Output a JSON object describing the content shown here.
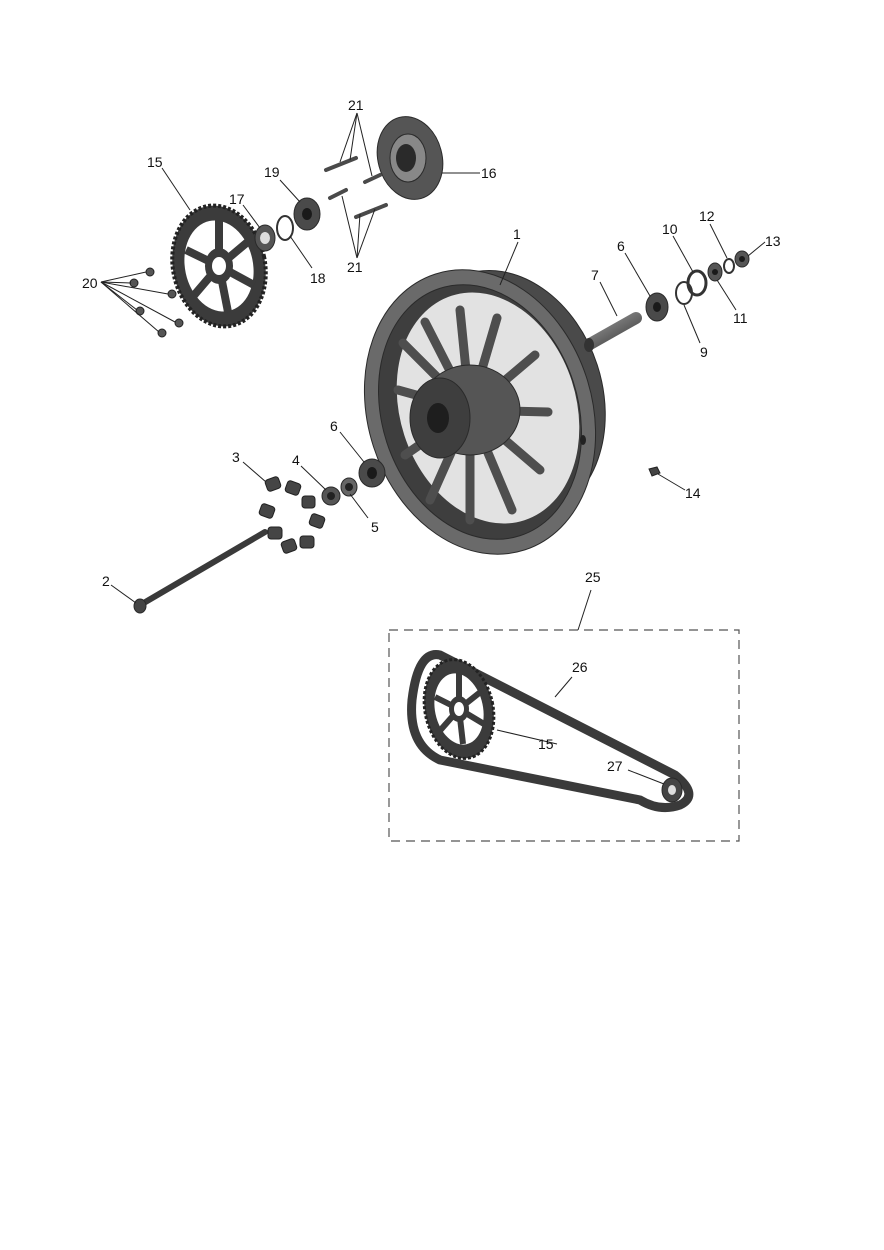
{
  "diagram": {
    "callouts": {
      "c1": "1",
      "c2": "2",
      "c3": "3",
      "c4": "4",
      "c5": "5",
      "c6a": "6",
      "c6b": "6",
      "c7": "7",
      "c9": "9",
      "c10": "10",
      "c11": "11",
      "c12": "12",
      "c13": "13",
      "c14": "14",
      "c15a": "15",
      "c15b": "15",
      "c16": "16",
      "c17": "17",
      "c18": "18",
      "c19": "19",
      "c20": "20",
      "c21a": "21",
      "c21b": "21",
      "c25": "25",
      "c26": "26",
      "c27": "27"
    },
    "colors": {
      "part_dark": "#3c3c3c",
      "part_mid": "#5a5a5a",
      "part_light": "#8a8a8a",
      "kit_border": "#555555"
    }
  }
}
